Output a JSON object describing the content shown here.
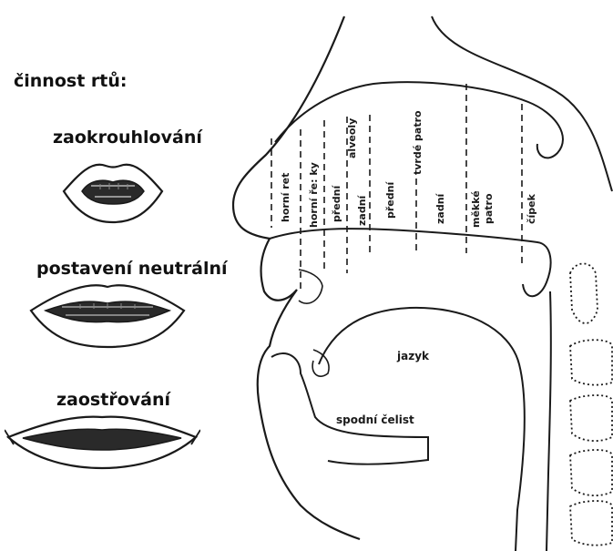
{
  "main_heading": "činnost rtů:",
  "lip_positions": [
    {
      "label": "zaokrouhlování"
    },
    {
      "label": "postavení neutrální"
    },
    {
      "label": "zaostřování"
    }
  ],
  "articulation_labels": {
    "horni_ret": "horní ret",
    "horni_rezy": "horní ře: ky",
    "predni_1": "přední",
    "zadni_1": "zadní",
    "alveoly": "alveoly",
    "predni_2": "přední",
    "tvrde_patro": "tvrdé patro",
    "zadni_2": "zadní",
    "mekke_patro_1": "měkké",
    "mekke_patro_2": "patro",
    "cipek": "čípek"
  },
  "lower_labels": {
    "jazyk": "jazyk",
    "spodni_celist": "spodní čelist"
  }
}
